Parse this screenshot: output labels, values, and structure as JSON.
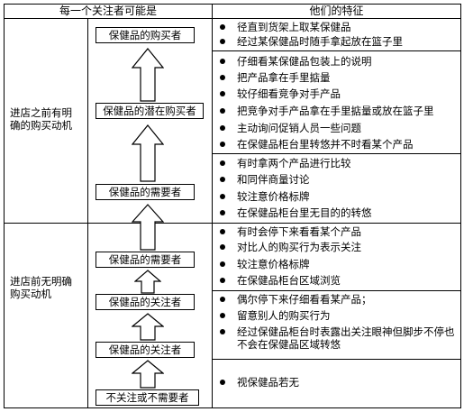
{
  "header": {
    "left": "每一个关注者可能是",
    "right": "他们的特征"
  },
  "groups": {
    "clear": "进店之前有明确的购买动机",
    "unclear": "进店前无明确购买动机"
  },
  "stages": [
    {
      "label": "保健品的购买者",
      "traits": [
        "径直到货架上取某保健品",
        "经过某保健品时随手拿起放在篮子里"
      ]
    },
    {
      "label": "保健品的潜在购买者",
      "traits": [
        "仔细看某保健品包装上的说明",
        "把产品拿在手里掂量",
        "较仔细看竞争对手产品",
        "把竞争对手产品拿在手里掂量或放在篮子里",
        "主动询问促销人员一些问题",
        "在保健品柜台里转悠并不时看某个产品"
      ]
    },
    {
      "label": "保健品的需要者",
      "traits": [
        "有时拿两个产品进行比较",
        "和同伴商量讨论",
        "较注意价格标牌",
        "在保健品柜台里无目的的转悠"
      ]
    },
    {
      "label": "保健品的需要者",
      "traits": [
        "有时会停下来看看某个产品",
        "对比人的购买行为表示关注",
        "较注意价格标牌",
        "在保健品柜台区域浏览"
      ]
    },
    {
      "label": "保健品的关注者",
      "traits": [
        "偶尔停下来仔细看看某产品；",
        "留意别人的购买行为",
        "经过保健品柜台时表露出关注眼神但脚步不停也不会在保健品区域转悠"
      ]
    },
    {
      "label": "保健品的关注者",
      "traits": []
    },
    {
      "label": "不关注或不需要者",
      "traits": [
        "视保健品若无"
      ]
    }
  ]
}
